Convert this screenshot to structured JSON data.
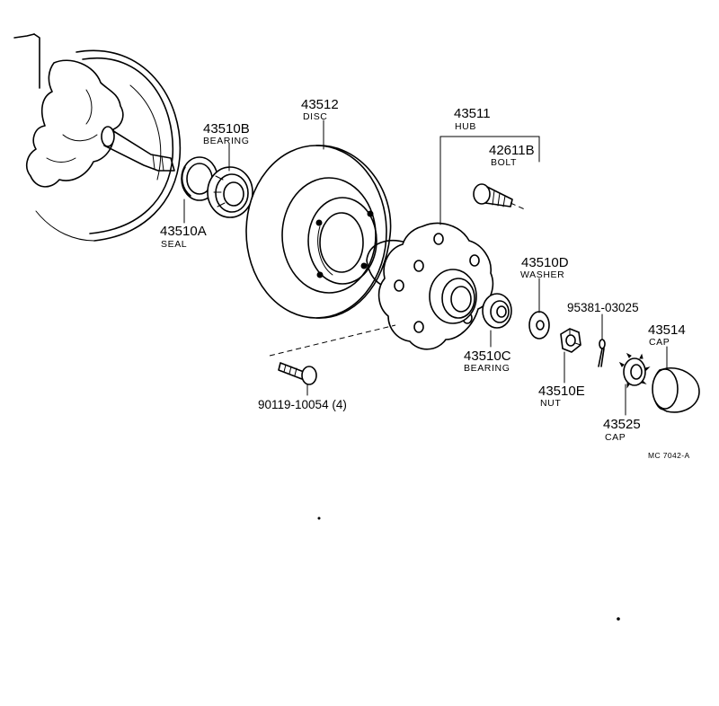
{
  "parts": [
    {
      "id": "disc",
      "number": "43512",
      "name": "DISC"
    },
    {
      "id": "hub",
      "number": "43511",
      "name": "HUB"
    },
    {
      "id": "bearing-inner",
      "number": "43510B",
      "name": "BEARING"
    },
    {
      "id": "seal",
      "number": "43510A",
      "name": "SEAL"
    },
    {
      "id": "hub-bolt",
      "number": "42611B",
      "name": "BOLT"
    },
    {
      "id": "washer",
      "number": "43510D",
      "name": "WASHER"
    },
    {
      "id": "cotter-pin",
      "number": "95381-03025",
      "name": ""
    },
    {
      "id": "grease-cap",
      "number": "43514",
      "name": "CAP"
    },
    {
      "id": "bearing-outer",
      "number": "43510C",
      "name": "BEARING"
    },
    {
      "id": "nut",
      "number": "43510E",
      "name": "NUT"
    },
    {
      "id": "lock-cap",
      "number": "43525",
      "name": "CAP"
    },
    {
      "id": "disc-bolt",
      "number": "90119-10054 (4)",
      "name": ""
    }
  ],
  "drawing_code": "MC  7042-A",
  "icons": {
    "spindle": "steering-knuckle-spindle-icon",
    "disc": "brake-disc-icon",
    "hub": "wheel-hub-icon",
    "bearing": "tapered-bearing-icon",
    "seal": "oil-seal-icon",
    "bolt": "hub-bolt-icon",
    "washer": "washer-icon",
    "nut": "hex-nut-icon",
    "pin": "cotter-pin-icon",
    "cap": "grease-cap-icon"
  }
}
